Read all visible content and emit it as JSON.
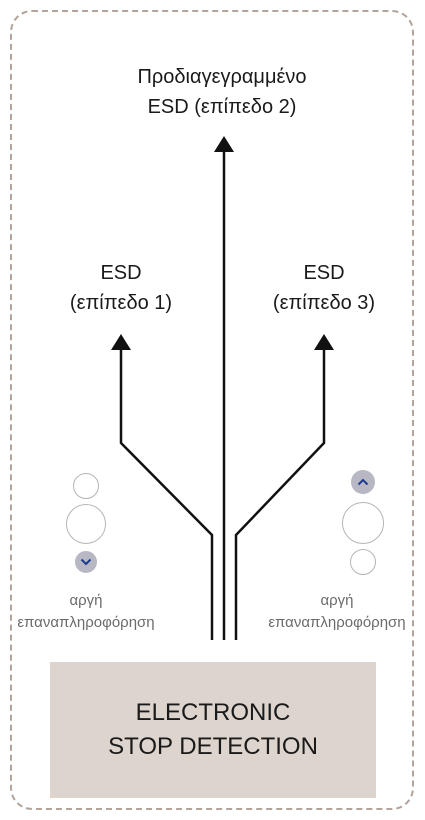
{
  "top_label": {
    "line1": "Προδιαγεγραμμένο",
    "line2": "ESD (επίπεδο 2)"
  },
  "left_label": {
    "line1": "ESD",
    "line2": "(επίπεδο 1)"
  },
  "right_label": {
    "line1": "ESD",
    "line2": "(επίπεδο 3)"
  },
  "left_note": {
    "line1": "αργή",
    "line2": "επαναπληροφόρηση"
  },
  "right_note": {
    "line1": "αργή",
    "line2": "επαναπληροφόρηση"
  },
  "box": {
    "line1": "ELECTRONIC",
    "line2": "STOP DETECTION"
  },
  "colors": {
    "border": "#b2a49a",
    "box": "#ddd4cd",
    "arrow": "#111111",
    "indicator": "#b8b8c4",
    "chevron": "#1c3a8c"
  },
  "icons": {
    "left_indicator": "chevron-down-icon",
    "right_indicator": "chevron-up-icon"
  }
}
